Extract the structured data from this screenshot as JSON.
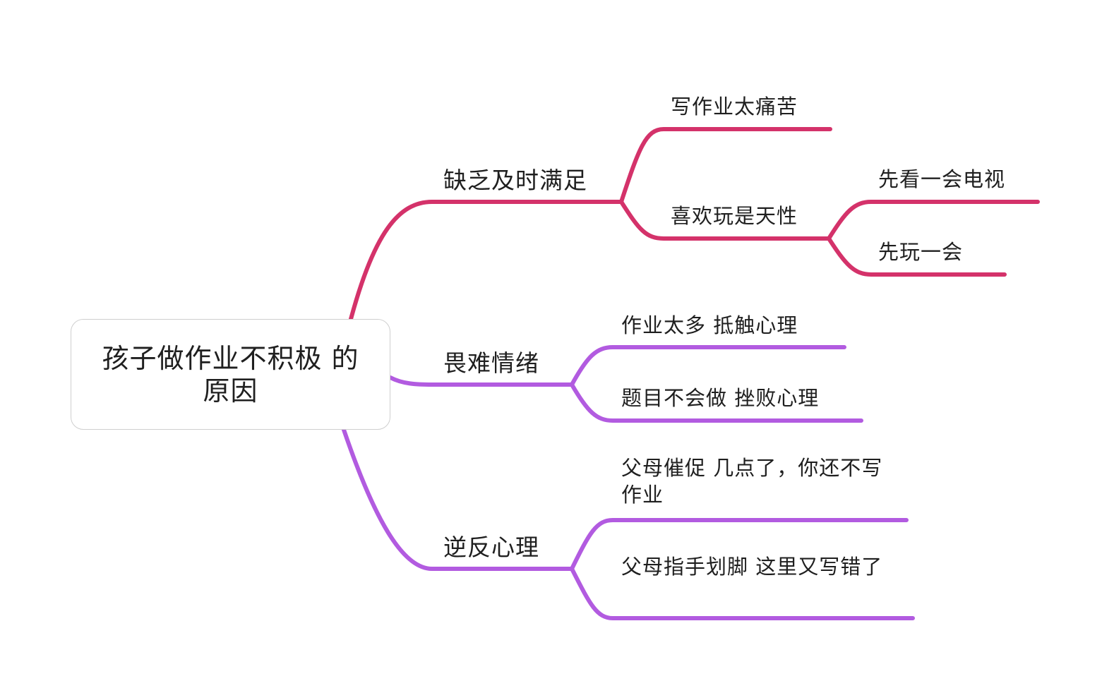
{
  "root": {
    "label": "孩子做作业不积极 的原因"
  },
  "colors": {
    "branch_red": "#d4326a",
    "branch_purple": "#b25be0"
  },
  "branches": [
    {
      "label": "缺乏及时满足",
      "color": "branch_red",
      "children": [
        {
          "label": "写作业太痛苦"
        },
        {
          "label": "喜欢玩是天性",
          "children": [
            {
              "label": "先看一会电视"
            },
            {
              "label": "先玩一会"
            }
          ]
        }
      ]
    },
    {
      "label": "畏难情绪",
      "color": "branch_purple",
      "children": [
        {
          "label": "作业太多   抵触心理"
        },
        {
          "label": "题目不会做  挫败心理"
        }
      ]
    },
    {
      "label": "逆反心理",
      "color": "branch_purple",
      "children": [
        {
          "label": "父母催促  几点了，你还不写作业"
        },
        {
          "label": "父母指手划脚   这里又写错了"
        }
      ]
    }
  ]
}
